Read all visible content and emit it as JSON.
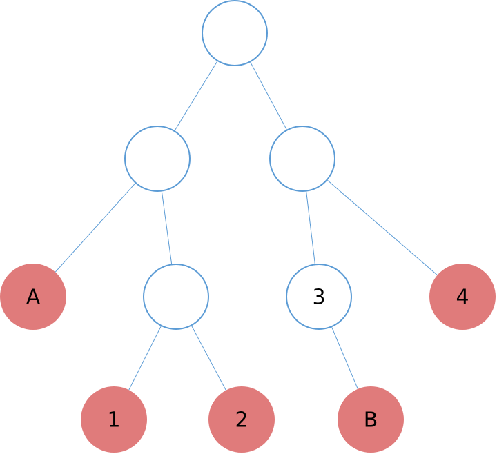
{
  "diagram": {
    "type": "binary-tree",
    "colors": {
      "edge": "#5b9bd5",
      "node_outline": "#5b9bd5",
      "node_open_fill": "#ffffff",
      "node_filled": "#e07b7b",
      "label": "#000000"
    },
    "nodes": [
      {
        "id": "root",
        "label": "",
        "style": "open"
      },
      {
        "id": "left",
        "label": "",
        "style": "open"
      },
      {
        "id": "right",
        "label": "",
        "style": "open"
      },
      {
        "id": "left-left",
        "label": "A",
        "style": "filled"
      },
      {
        "id": "left-right",
        "label": "",
        "style": "open"
      },
      {
        "id": "right-left",
        "label": "3",
        "style": "open"
      },
      {
        "id": "right-right",
        "label": "4",
        "style": "filled"
      },
      {
        "id": "left-right-left",
        "label": "1",
        "style": "filled"
      },
      {
        "id": "left-right-right",
        "label": "2",
        "style": "filled"
      },
      {
        "id": "right-left-child",
        "label": "B",
        "style": "filled"
      }
    ],
    "edges": [
      {
        "from": "root",
        "to": "left"
      },
      {
        "from": "root",
        "to": "right"
      },
      {
        "from": "left",
        "to": "left-left"
      },
      {
        "from": "left",
        "to": "left-right"
      },
      {
        "from": "right",
        "to": "right-left"
      },
      {
        "from": "right",
        "to": "right-right"
      },
      {
        "from": "left-right",
        "to": "left-right-left"
      },
      {
        "from": "left-right",
        "to": "left-right-right"
      },
      {
        "from": "right-left",
        "to": "right-left-child"
      }
    ]
  }
}
